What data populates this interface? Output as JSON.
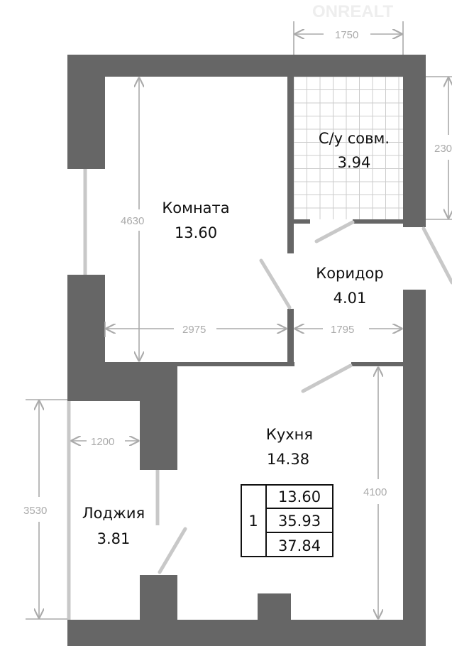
{
  "watermark": "ONREALT",
  "rooms": {
    "room": {
      "name": "Комната",
      "area": "13.60"
    },
    "bathroom": {
      "name": "С/у совм.",
      "area": "3.94"
    },
    "corridor": {
      "name": "Коридор",
      "area": "4.01"
    },
    "kitchen": {
      "name": "Кухня",
      "area": "14.38"
    },
    "loggia": {
      "name": "Лоджия",
      "area": "3.81"
    }
  },
  "dimensions": {
    "bath_width": "1750",
    "bath_height": "230",
    "room_height": "4630",
    "room_width": "2975",
    "corridor_width": "1795",
    "loggia_width": "1200",
    "loggia_height": "3530",
    "kitchen_height": "4100"
  },
  "summary_table": {
    "rooms_count": "1",
    "living_area": "13.60",
    "total_area": "35.93",
    "total_with_loggia": "37.84"
  },
  "colors": {
    "wall": "#666666",
    "dimension": "#aaaaaa"
  }
}
